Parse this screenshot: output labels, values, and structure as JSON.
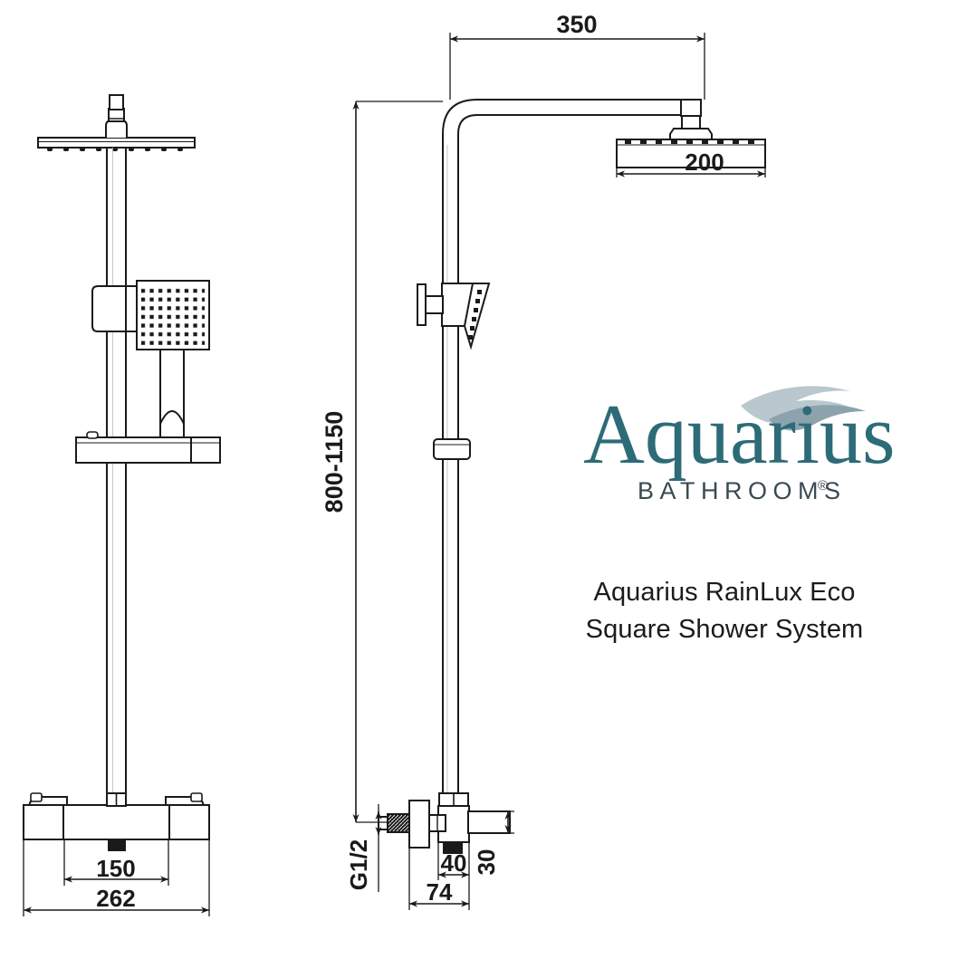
{
  "document": {
    "type": "technical-drawing",
    "title": "Aquarius RainLux Eco Square Shower System",
    "background_color": "#ffffff",
    "line_color": "#1a1a1a"
  },
  "brand": {
    "name": "Aquarius",
    "subtitle": "BATHROOMS",
    "registered_mark": "®",
    "wordmark_color": "#2d6b78",
    "subtitle_color": "#3a4a52",
    "swoosh_colors": [
      "#8ca3ad",
      "#b9c7ce"
    ]
  },
  "product": {
    "name_line_1": "Aquarius RainLux Eco",
    "name_line_2": "Square Shower System",
    "name_full": "Aquarius RainLux Eco\nSquare Shower System"
  },
  "views": {
    "front": {
      "label": "front-elevation",
      "components": [
        "overhead-shower-head",
        "shower-head-stem",
        "riser-rail",
        "handset-bracket",
        "square-handset",
        "shower-hose",
        "slider-shelf",
        "bar-mixer-valve",
        "mixer-handles"
      ]
    },
    "side": {
      "label": "side-elevation",
      "components": [
        "shower-arm",
        "overhead-shower-head",
        "riser-rail",
        "diverter-valve",
        "handset-holder",
        "sliding-collar",
        "bar-mixer-valve",
        "inlet-connector"
      ]
    }
  },
  "dimensions": {
    "arm_projection": "350",
    "head_width": "200",
    "riser_height_range": "800-1150",
    "mixer_centres": "150",
    "mixer_width": "262",
    "valve_depth": "40",
    "body_depth": "74",
    "outlet_height": "30",
    "inlet_thread": "G1/2"
  },
  "dimension_list": [
    {
      "id": "dim-350",
      "value": "350",
      "orientation": "horizontal",
      "view": "side",
      "description": "shower arm projection from wall"
    },
    {
      "id": "dim-200",
      "value": "200",
      "orientation": "horizontal",
      "view": "side",
      "description": "overhead shower head width"
    },
    {
      "id": "dim-800-1150",
      "value": "800-1150",
      "orientation": "vertical",
      "view": "side",
      "description": "adjustable riser height range"
    },
    {
      "id": "dim-150",
      "value": "150",
      "orientation": "horizontal",
      "view": "front",
      "description": "mixer inlet centres"
    },
    {
      "id": "dim-262",
      "value": "262",
      "orientation": "horizontal",
      "view": "front",
      "description": "overall mixer bar width"
    },
    {
      "id": "dim-40",
      "value": "40",
      "orientation": "horizontal",
      "view": "side",
      "description": "valve body depth"
    },
    {
      "id": "dim-74",
      "value": "74",
      "orientation": "horizontal",
      "view": "side",
      "description": "overall projection of mixer body"
    },
    {
      "id": "dim-30",
      "value": "30",
      "orientation": "vertical",
      "view": "side",
      "description": "outlet height"
    },
    {
      "id": "dim-g12",
      "value": "G1/2",
      "orientation": "vertical",
      "view": "side",
      "description": "inlet thread size"
    }
  ]
}
